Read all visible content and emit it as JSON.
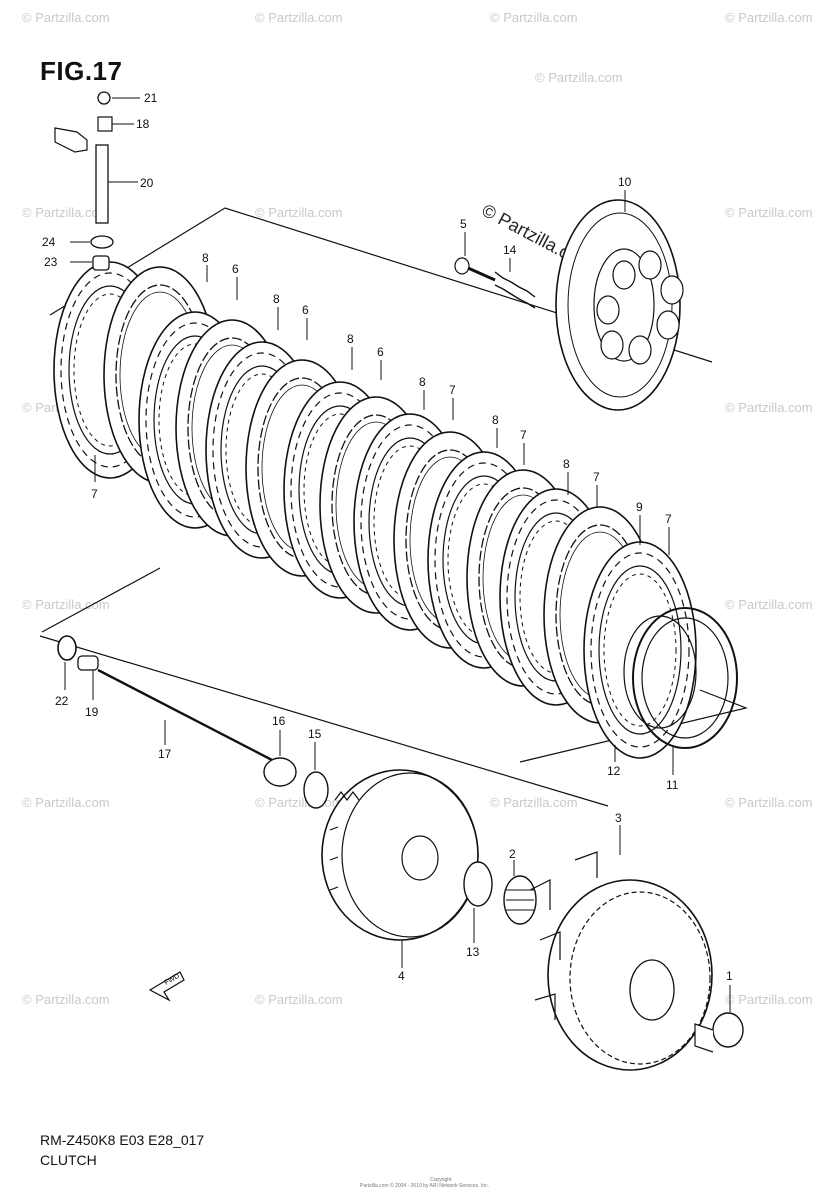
{
  "figure": {
    "title": "FIG.17",
    "model_code": "RM-Z450K8 E03 E28_017",
    "section": "CLUTCH",
    "brand_watermark": "© Partzilla.com",
    "watermark_text": "© Partzilla.com",
    "copyright_stamp": "Copyright",
    "copyright_line": "Partzilla.com © 2004 - 2019 by ARI Network Services, Inc."
  },
  "callouts": [
    {
      "id": "c21",
      "label": "21"
    },
    {
      "id": "c18",
      "label": "18"
    },
    {
      "id": "c20",
      "label": "20"
    },
    {
      "id": "c24",
      "label": "24"
    },
    {
      "id": "c23",
      "label": "23"
    },
    {
      "id": "c10",
      "label": "10"
    },
    {
      "id": "c5",
      "label": "5"
    },
    {
      "id": "c14",
      "label": "14"
    },
    {
      "id": "c8a",
      "label": "8"
    },
    {
      "id": "c6a",
      "label": "6"
    },
    {
      "id": "c8b",
      "label": "8"
    },
    {
      "id": "c6b",
      "label": "6"
    },
    {
      "id": "c8c",
      "label": "8"
    },
    {
      "id": "c6c",
      "label": "6"
    },
    {
      "id": "c8d",
      "label": "8"
    },
    {
      "id": "c7a",
      "label": "7"
    },
    {
      "id": "c8e",
      "label": "8"
    },
    {
      "id": "c7b",
      "label": "7"
    },
    {
      "id": "c8f",
      "label": "8"
    },
    {
      "id": "c7c",
      "label": "7"
    },
    {
      "id": "c9",
      "label": "9"
    },
    {
      "id": "c7d",
      "label": "7"
    },
    {
      "id": "c7e",
      "label": "7"
    },
    {
      "id": "c22",
      "label": "22"
    },
    {
      "id": "c19",
      "label": "19"
    },
    {
      "id": "c17",
      "label": "17"
    },
    {
      "id": "c16",
      "label": "16"
    },
    {
      "id": "c15",
      "label": "15"
    },
    {
      "id": "c12",
      "label": "12"
    },
    {
      "id": "c11",
      "label": "11"
    },
    {
      "id": "c3",
      "label": "3"
    },
    {
      "id": "c2",
      "label": "2"
    },
    {
      "id": "c4",
      "label": "4"
    },
    {
      "id": "c13",
      "label": "13"
    },
    {
      "id": "c1",
      "label": "1"
    }
  ],
  "fwd_arrow": {
    "label": "FWD"
  },
  "disc_stack": {
    "friction_plates": 8,
    "drive_plates": 7
  }
}
